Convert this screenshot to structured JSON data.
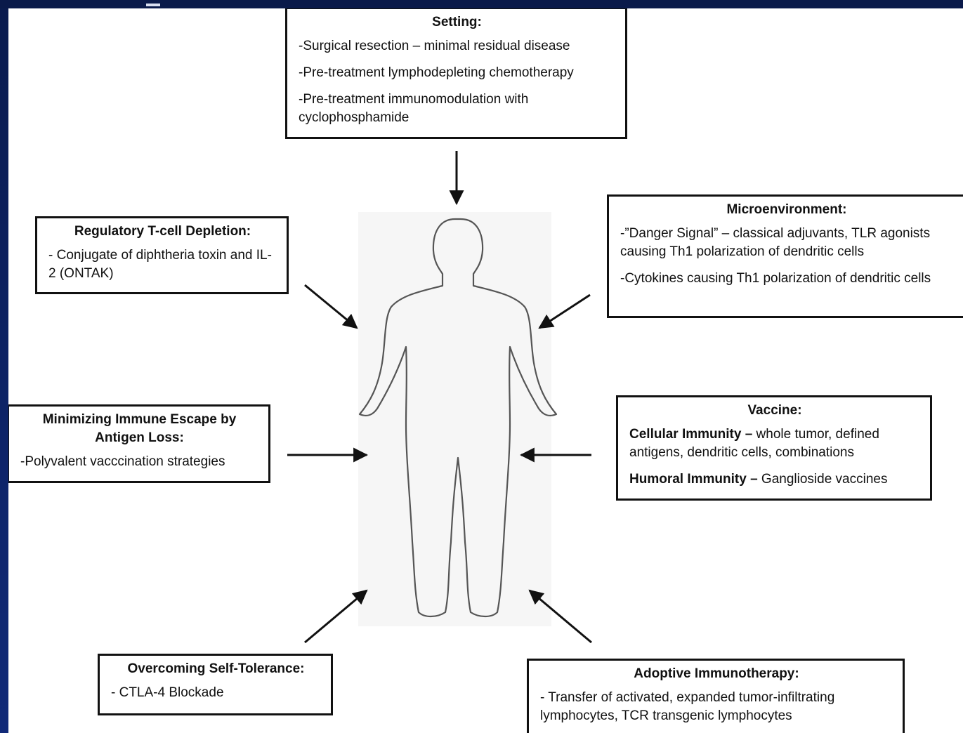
{
  "setting": {
    "title": "Setting:",
    "items": [
      "-Surgical resection – minimal residual disease",
      "-Pre-treatment lymphodepleting chemotherapy",
      "-Pre-treatment immunomodulation with cyclophosphamide"
    ]
  },
  "treg": {
    "title": "Regulatory T-cell Depletion:",
    "items": [
      "- Conjugate of diphtheria toxin and IL-2 (ONTAK)"
    ]
  },
  "micro": {
    "title": "Microenvironment:",
    "items": [
      "-”Danger Signal” – classical adjuvants, TLR agonists causing Th1 polarization of dendritic cells",
      "-Cytokines causing Th1 polarization of dendritic cells"
    ]
  },
  "escape": {
    "title": "Minimizing Immune Escape by Antigen Loss:",
    "items": [
      "-Polyvalent vacccination strategies"
    ]
  },
  "vaccine": {
    "title": "Vaccine:",
    "cell_label": "Cellular Immunity –",
    "cell_text": " whole tumor, defined antigens, dendritic cells, combinations",
    "hum_label": "Humoral Immunity –",
    "hum_text": " Ganglioside vaccines"
  },
  "tolerance": {
    "title": "Overcoming Self-Tolerance:",
    "items": [
      "- CTLA-4 Blockade"
    ]
  },
  "adoptive": {
    "title": "Adoptive Immunotherapy:",
    "items": [
      "- Transfer of activated, expanded tumor-infiltrating lymphocytes, TCR transgenic lymphocytes"
    ]
  },
  "colors": {
    "background": "#0d2366",
    "box_border": "#111111",
    "figure_line": "#555555"
  },
  "icons": [
    "human-figure-icon",
    "arrow-icon"
  ]
}
